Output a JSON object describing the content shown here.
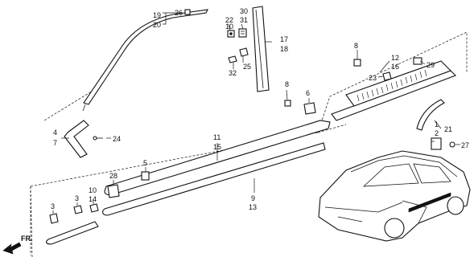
{
  "diagram": {
    "direction_label": "FR."
  },
  "callouts": [
    {
      "id": "c19",
      "text": "19"
    },
    {
      "id": "c20",
      "text": "20"
    },
    {
      "id": "c26",
      "text": "26"
    },
    {
      "id": "c22",
      "text": "22"
    },
    {
      "id": "c10a",
      "text": "10"
    },
    {
      "id": "c30",
      "text": "30"
    },
    {
      "id": "c31",
      "text": "31"
    },
    {
      "id": "c17",
      "text": "17"
    },
    {
      "id": "c18",
      "text": "18"
    },
    {
      "id": "c25",
      "text": "25"
    },
    {
      "id": "c32",
      "text": "32"
    },
    {
      "id": "c8a",
      "text": "8"
    },
    {
      "id": "c6",
      "text": "6"
    },
    {
      "id": "c8b",
      "text": "8"
    },
    {
      "id": "c12",
      "text": "12"
    },
    {
      "id": "c16",
      "text": "16"
    },
    {
      "id": "c23",
      "text": "23"
    },
    {
      "id": "c29",
      "text": "29"
    },
    {
      "id": "c4",
      "text": "4"
    },
    {
      "id": "c7",
      "text": "7"
    },
    {
      "id": "c24",
      "text": "24"
    },
    {
      "id": "c11",
      "text": "11"
    },
    {
      "id": "c15",
      "text": "15"
    },
    {
      "id": "c1",
      "text": "1"
    },
    {
      "id": "c2",
      "text": "2"
    },
    {
      "id": "c21",
      "text": "21"
    },
    {
      "id": "c27",
      "text": "27"
    },
    {
      "id": "c28",
      "text": "28"
    },
    {
      "id": "c5",
      "text": "5"
    },
    {
      "id": "c10b",
      "text": "10"
    },
    {
      "id": "c14",
      "text": "14"
    },
    {
      "id": "c3a",
      "text": "3"
    },
    {
      "id": "c3b",
      "text": "3"
    },
    {
      "id": "c9",
      "text": "9"
    },
    {
      "id": "c13",
      "text": "13"
    }
  ]
}
